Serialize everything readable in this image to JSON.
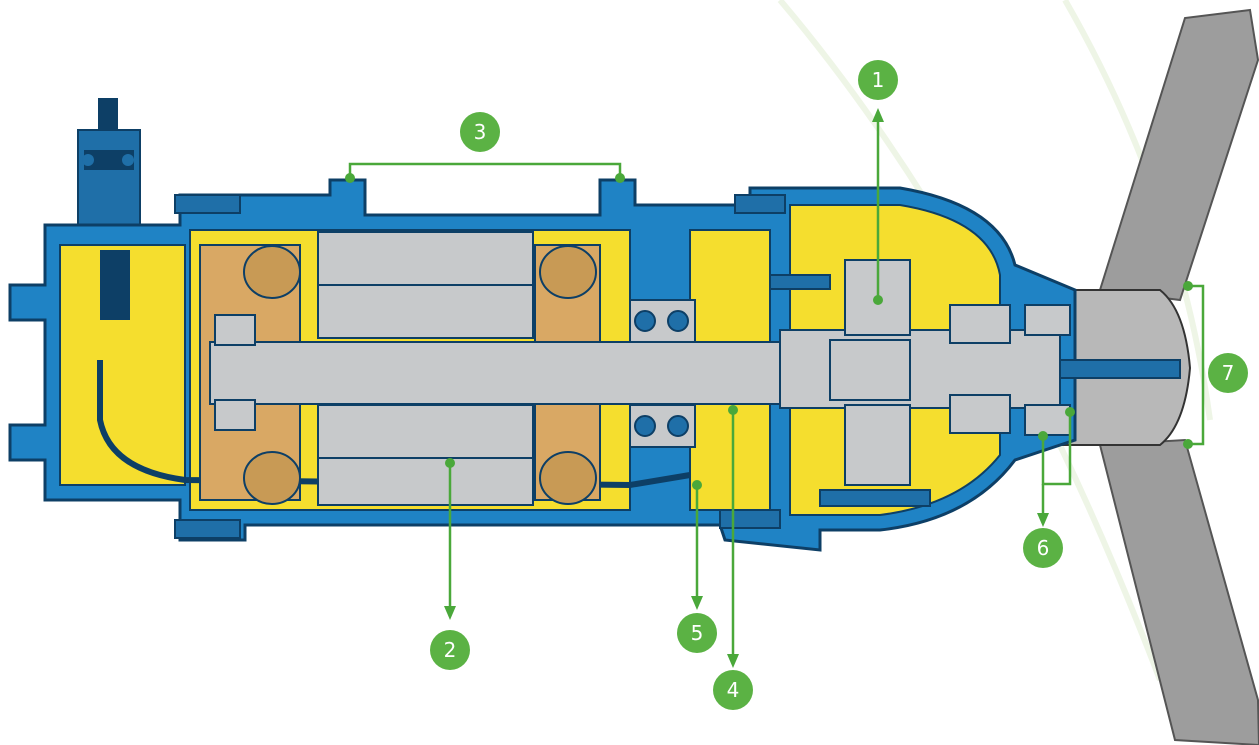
{
  "colors": {
    "badge": "#5bb244",
    "leader": "#4aa83a",
    "housing": "#1f83c5",
    "housing_dark": "#0d3f66",
    "fill_yellow": "#f5de2e",
    "winding": "#d9a864",
    "coil": "#c89a55",
    "steel": "#c7c9cb",
    "blade": "#9c9c9c",
    "arc": "#eef6e4"
  },
  "callouts": [
    {
      "id": "1",
      "label": "1"
    },
    {
      "id": "2",
      "label": "2"
    },
    {
      "id": "3",
      "label": "3"
    },
    {
      "id": "4",
      "label": "4"
    },
    {
      "id": "5",
      "label": "5"
    },
    {
      "id": "6",
      "label": "6"
    },
    {
      "id": "7",
      "label": "7"
    }
  ]
}
